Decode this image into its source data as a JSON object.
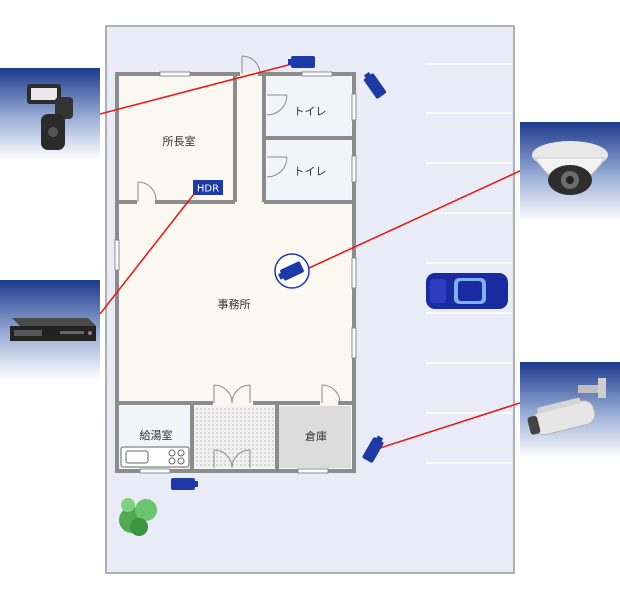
{
  "rooms": {
    "director": "所長室",
    "toilet_1": "トイレ",
    "toilet_2": "トイレ",
    "office": "事務所",
    "kitchen": "給湯室",
    "storage": "倉庫"
  },
  "hdr_badge": "HDR",
  "colors": {
    "site": "#e9ebf7",
    "building": "#fbf8f1",
    "wall": "#8c8c8c",
    "toilet": "#eef6fc",
    "storage": "#dcdcdc",
    "kitchen": "#eef6fc",
    "camera": "#1d3aa6",
    "link_line": "#e31f1f",
    "car": "#1a2aa0",
    "tree": "#4faa52"
  },
  "devices": [
    {
      "icon": "floodlight-camera-icon"
    },
    {
      "icon": "dvr-recorder-icon"
    },
    {
      "icon": "dome-camera-icon"
    },
    {
      "icon": "bullet-camera-icon"
    }
  ]
}
